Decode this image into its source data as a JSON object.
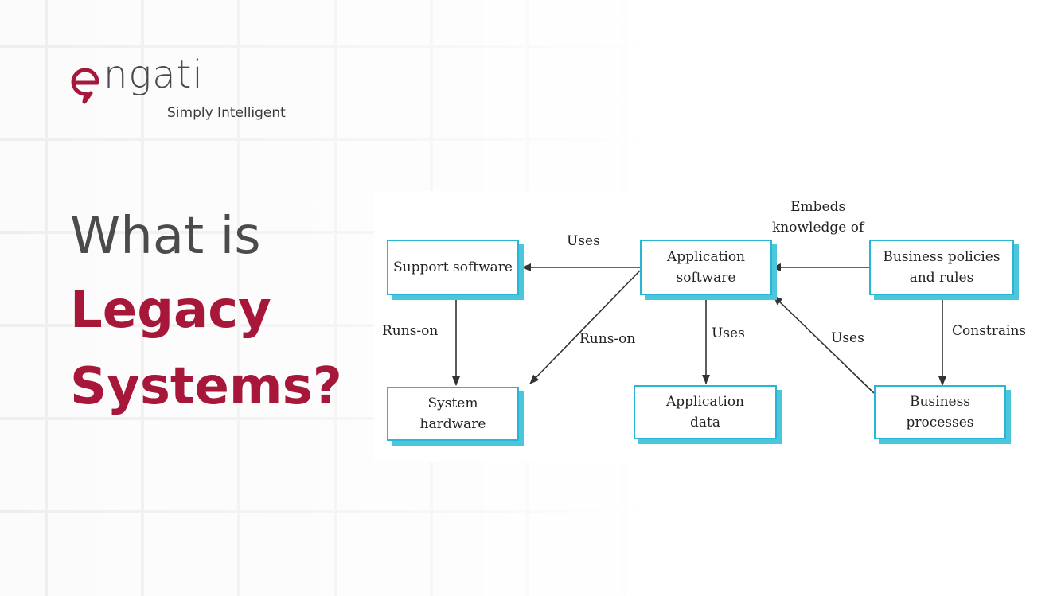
{
  "brand": {
    "wordmark": "ngati",
    "tagline": "Simply Intelligent",
    "accent_color": "#a6173a",
    "logo_icon": "speech-bubble-e-icon"
  },
  "headline": {
    "line1": "What is",
    "line2": "Legacy",
    "line3": "Systems?"
  },
  "diagram": {
    "nodes": {
      "support_software": "Support software",
      "application_software": "Application\nsoftware",
      "business_policies": "Business policies\nand rules",
      "system_hardware": "System\nhardware",
      "application_data": "Application\ndata",
      "business_processes": "Business\nprocesses"
    },
    "edges": {
      "app_uses_support": "Uses",
      "policies_embeds_app": "Embeds\nknowledge of",
      "support_runs_on_hw": "Runs-on",
      "app_runs_on_hw": "Runs-on",
      "app_uses_data": "Uses",
      "processes_uses_app": "Uses",
      "policies_constrains_processes": "Constrains"
    },
    "colors": {
      "box_border": "#27b7d3",
      "box_shadow": "#4cc6dd",
      "arrow": "#333333"
    }
  }
}
